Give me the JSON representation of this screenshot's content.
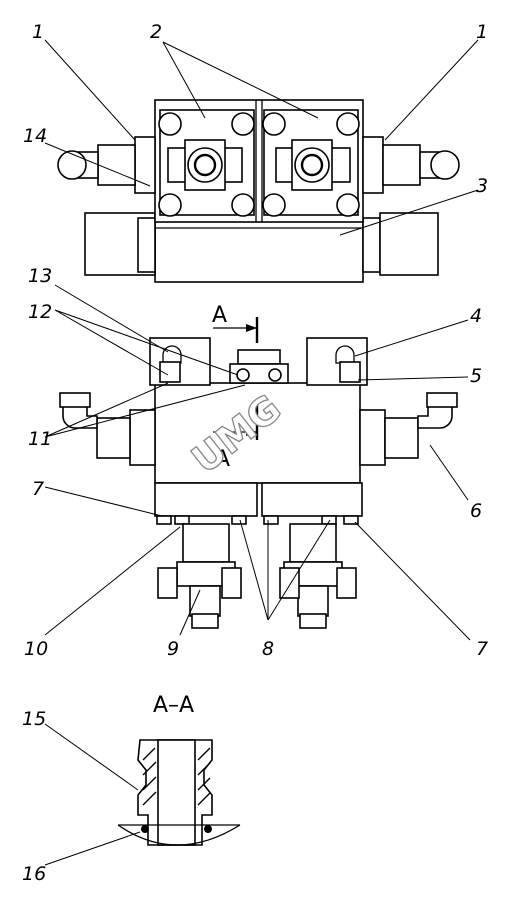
{
  "callouts": {
    "c1_left": "1",
    "c1_right": "1",
    "c2": "2",
    "c3": "3",
    "c4": "4",
    "c5": "5",
    "c6": "6",
    "c7_left": "7",
    "c7_right": "7",
    "c8": "8",
    "c9": "9",
    "c10": "10",
    "c11": "11",
    "c12": "12",
    "c13": "13",
    "c14": "14",
    "c15": "15",
    "c16": "16"
  },
  "section": {
    "marker_top": "A",
    "marker_bottom": "A",
    "title": "A–A"
  },
  "watermark": "UMG"
}
